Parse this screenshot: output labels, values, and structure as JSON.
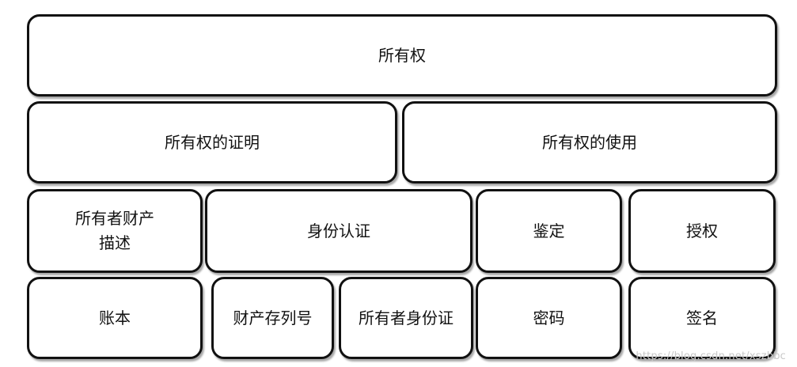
{
  "diagram": {
    "row1": {
      "ownership": "所有权"
    },
    "row2": {
      "proof": "所有权的证明",
      "usage": "所有权的使用"
    },
    "row3": {
      "owner_property_description": "所有者财产\n描述",
      "identity_authentication": "身份认证",
      "verification": "鉴定",
      "authorization": "授权"
    },
    "row4": {
      "account": "账本",
      "property_serial_number": "财产存列号",
      "owner_id_card": "所有者身份证",
      "password": "密码",
      "signature": "签名"
    }
  },
  "watermark": "https://blog.csdn.net/xszbbc"
}
